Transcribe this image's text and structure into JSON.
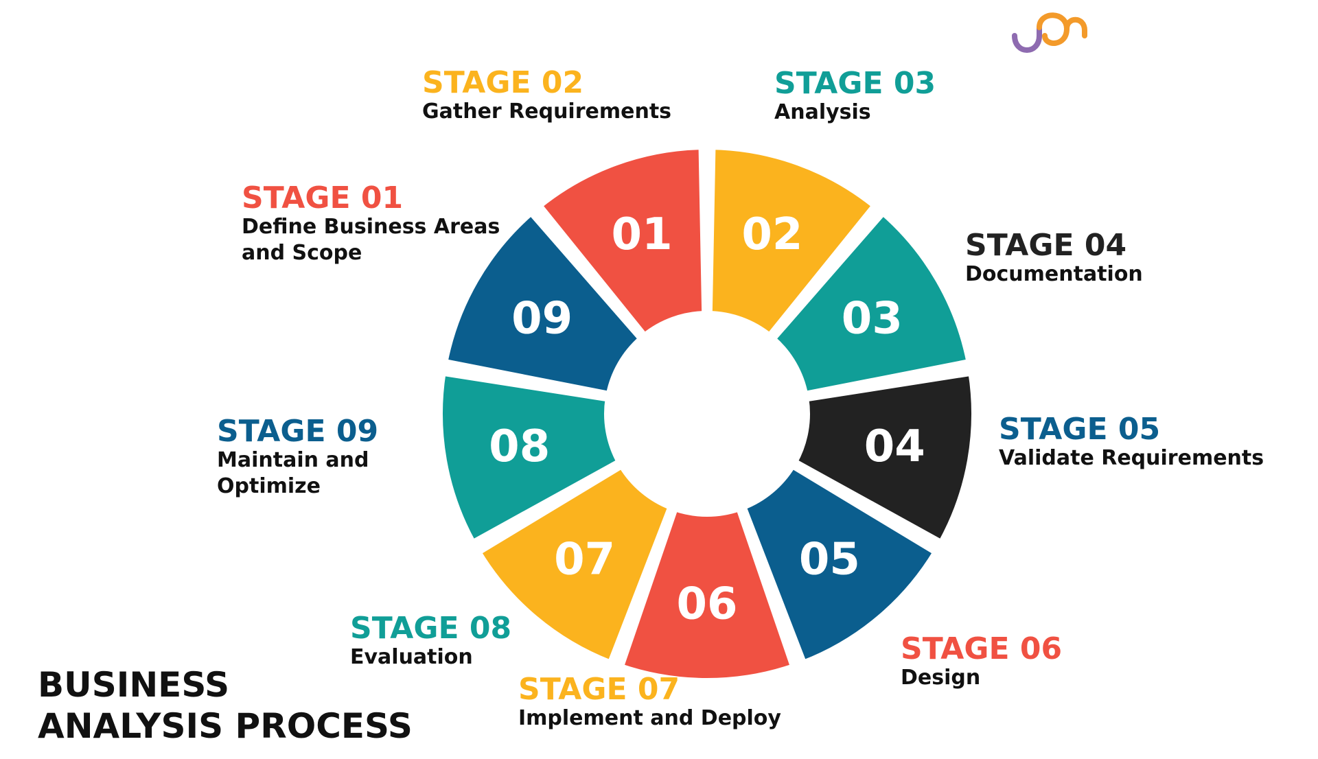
{
  "title_lines": [
    "BUSINESS",
    "ANALYSIS PROCESS"
  ],
  "colors": {
    "red": "#F05142",
    "yellow": "#FBB31E",
    "teal": "#109E97",
    "black": "#222222",
    "blue": "#0B5E8E",
    "logo_purple": "#8E6BB0",
    "logo_orange": "#F39A2A"
  },
  "stages": [
    {
      "num": "01",
      "title": "STAGE 01",
      "desc": "Define Business Areas\nand Scope",
      "color": "#F05142"
    },
    {
      "num": "02",
      "title": "STAGE 02",
      "desc": "Gather Requirements",
      "color": "#FBB31E"
    },
    {
      "num": "03",
      "title": "STAGE 03",
      "desc": "Analysis",
      "color": "#109E97"
    },
    {
      "num": "04",
      "title": "STAGE 04",
      "desc": "Documentation",
      "color": "#222222"
    },
    {
      "num": "05",
      "title": "STAGE 05",
      "desc": "Validate Requirements",
      "color": "#0B5E8E"
    },
    {
      "num": "06",
      "title": "STAGE 06",
      "desc": "Design",
      "color": "#F05142"
    },
    {
      "num": "07",
      "title": "STAGE 07",
      "desc": "Implement and Deploy",
      "color": "#FBB31E"
    },
    {
      "num": "08",
      "title": "STAGE 08",
      "desc": "Evaluation",
      "color": "#109E97"
    },
    {
      "num": "09",
      "title": "STAGE 09",
      "desc": "Maintain and\nOptimize",
      "color": "#0B5E8E"
    }
  ]
}
